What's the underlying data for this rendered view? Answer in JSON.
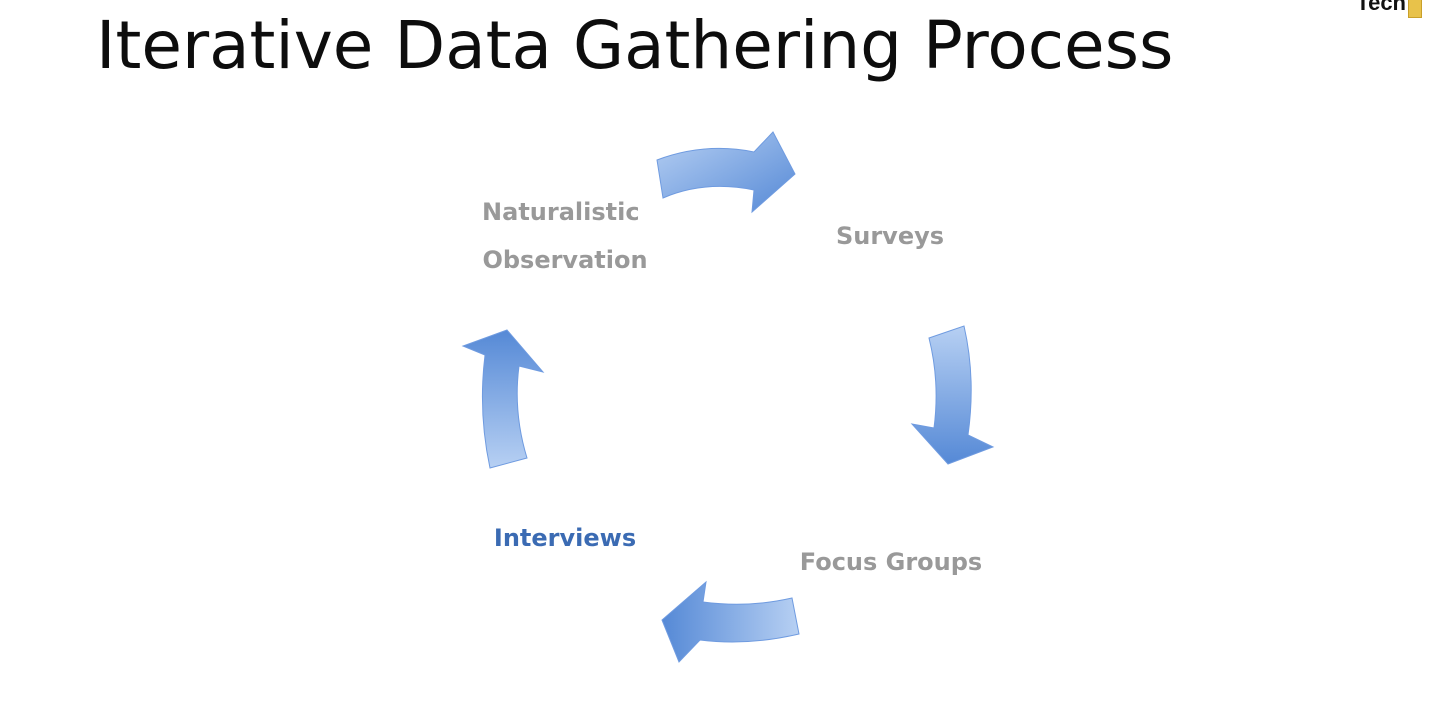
{
  "slide": {
    "title": "Iterative Data Gathering Process",
    "logo_text": "Tech"
  },
  "cycle": {
    "nodes": [
      {
        "lines": [
          "Naturalistic",
          "Observation"
        ],
        "highlighted": false
      },
      {
        "lines": [
          "Surveys"
        ],
        "highlighted": false
      },
      {
        "lines": [
          "Focus Groups"
        ],
        "highlighted": false
      },
      {
        "lines": [
          "Interviews"
        ],
        "highlighted": true
      }
    ],
    "direction": "clockwise"
  },
  "colors": {
    "title": "#0d0d0d",
    "label_default": "#999999",
    "label_highlight": "#3b6bb3",
    "arrow_light": "#a9c6f0",
    "arrow_dark": "#5b8ed9",
    "arrow_stroke": "#4a7cc7"
  }
}
